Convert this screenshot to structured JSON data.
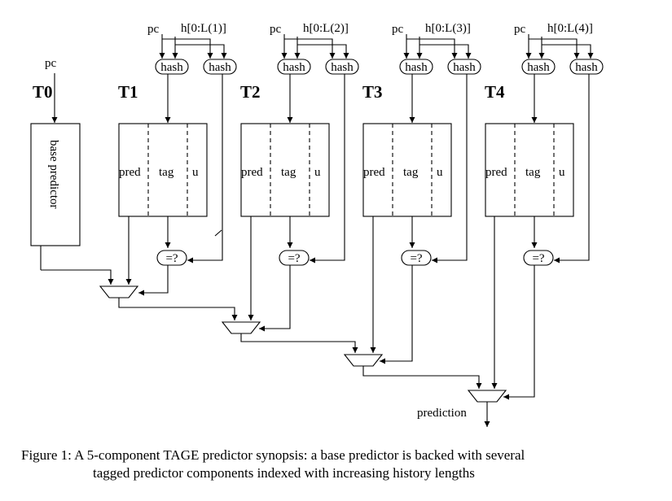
{
  "diagram": {
    "t0": {
      "title": "T0",
      "pc": "pc",
      "box": "base predictor"
    },
    "tables": [
      {
        "title": "T1",
        "pc": "pc",
        "hist": "h[0:L(1)]"
      },
      {
        "title": "T2",
        "pc": "pc",
        "hist": "h[0:L(2)]"
      },
      {
        "title": "T3",
        "pc": "pc",
        "hist": "h[0:L(3)]"
      },
      {
        "title": "T4",
        "pc": "pc",
        "hist": "h[0:L(4)]"
      }
    ],
    "hash_label": "hash",
    "compare_label": "=?",
    "fields": {
      "pred": "pred",
      "tag": "tag",
      "u": "u"
    },
    "output": "prediction"
  },
  "caption": {
    "line1": "Figure 1:  A 5-component TAGE predictor synopsis:  a base predictor is backed with several",
    "line2": "tagged predictor components indexed with increasing history lengths"
  }
}
